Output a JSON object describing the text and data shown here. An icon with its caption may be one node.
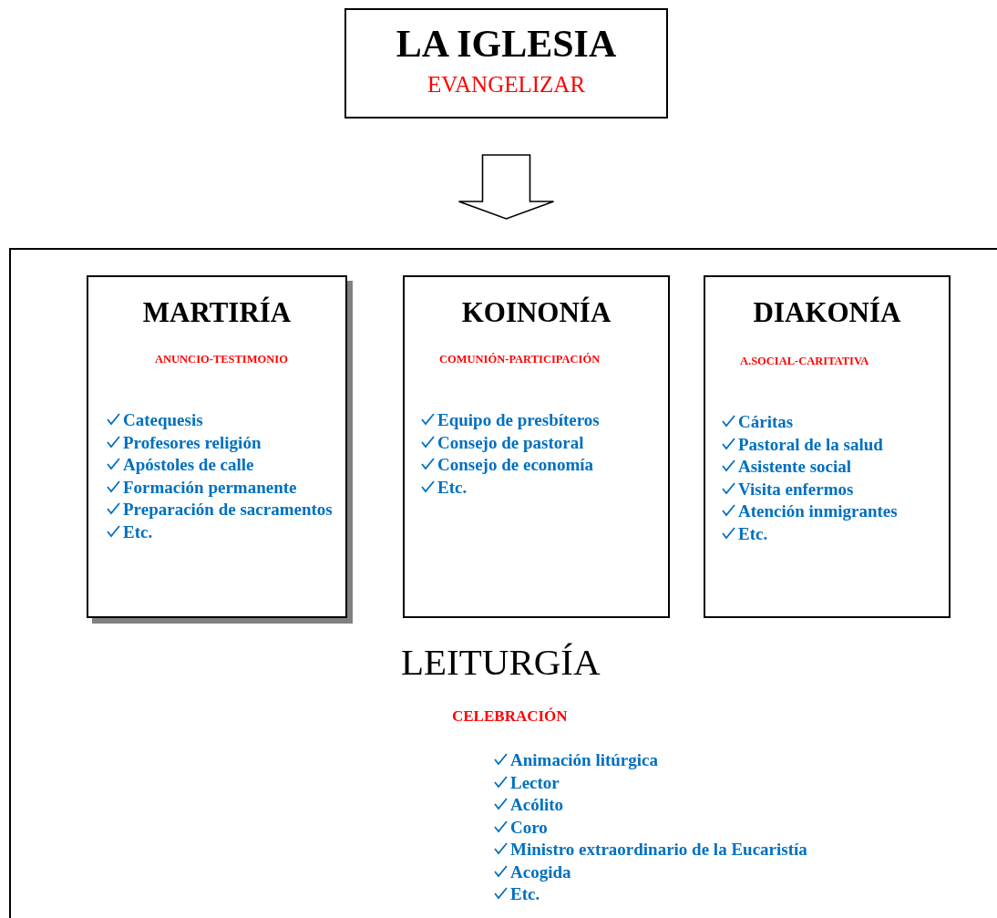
{
  "diagram": {
    "nodes": [
      {
        "text": [
          "LA IGLESIA",
          "EVANGELIZAR"
        ]
      },
      {
        "text": [
          "LEITURGÍA",
          "CELEBRACIÓN",
          "Animación litúrgica",
          "Lector",
          "Acólito",
          "Coro",
          "Ministro extraordinario de la Eucaristía",
          "Acogida",
          "Etc."
        ]
      },
      {
        "text": [
          "MARTIRÍA",
          "ANUNCIO-TESTIMONIO",
          "Catequesis",
          "Profesores religión",
          "Apóstoles de calle",
          "Formación permanente",
          "Preparación de sacramentos",
          "Etc."
        ],
        "in": 1
      },
      {
        "text": [
          "KOINONÍA",
          "COMUNIÓN-PARTICIPACIÓN",
          "Equipo de presbíteros",
          "Consejo de pastoral",
          "Consejo de economía",
          "Etc."
        ],
        "in": 1
      },
      {
        "text": [
          "DIAKONÍA",
          "A.SOCIAL-CARITATIVA",
          "Cáritas",
          "Pastoral de la salud",
          "Asistente social",
          "Visita enfermos",
          "Atención inmigrantes",
          "Etc."
        ],
        "in": 1
      }
    ],
    "edges": [
      {
        "from": 0,
        "to": 1,
        "arrow": "to",
        "style": "thick"
      }
    ]
  }
}
